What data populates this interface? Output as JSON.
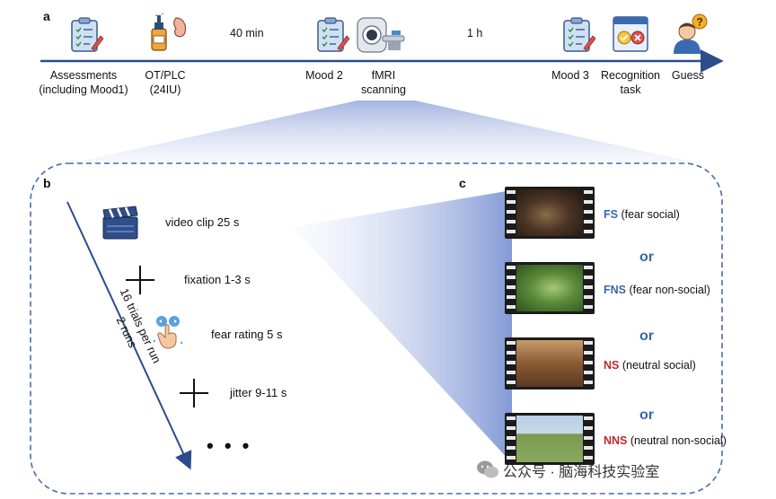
{
  "panels": {
    "a": "a",
    "b": "b",
    "c": "c"
  },
  "colors": {
    "timeline": "#2c4c8c",
    "box_border": "#4a6aa8",
    "fear_code": "#3a64b0",
    "neutral_code": "#c0282d",
    "or_word": "#3a64b0"
  },
  "timeline": {
    "items": [
      {
        "label_line1": "Assessments",
        "label_line2": "(including Mood1)",
        "icon": "clipboard-icon"
      },
      {
        "label_line1": "OT/PLC",
        "label_line2": "(24IU)",
        "icon": "nasal-spray-icon"
      },
      {
        "label_line1": "Mood  2",
        "label_line2": "",
        "icon": "clipboard-icon"
      },
      {
        "label_line1": "fMRI",
        "label_line2": "scanning",
        "icon": "mri-scanner-icon"
      },
      {
        "label_line1": "Mood 3",
        "label_line2": "",
        "icon": "clipboard-icon"
      },
      {
        "label_line1": "Recognition",
        "label_line2": "task",
        "icon": "recognition-task-icon"
      },
      {
        "label_line1": "Guess",
        "label_line2": "",
        "icon": "thinking-person-icon"
      }
    ],
    "durations": [
      "40 min",
      "1 h"
    ]
  },
  "trial": {
    "arrow_label_line1": "16 trials per run",
    "arrow_label_line2": "2 runs",
    "steps": [
      {
        "label": "video clip  25 s",
        "icon": "clapperboard-icon"
      },
      {
        "label": "fixation   1-3 s",
        "icon": "fixation-cross-icon"
      },
      {
        "label": "fear rating  5 s",
        "icon": "touch-hand-icon"
      },
      {
        "label": "jitter   9-11 s",
        "icon": "fixation-cross-icon"
      }
    ],
    "ellipsis": "• • •"
  },
  "conditions": [
    {
      "code": "FS",
      "desc": " (fear social)",
      "kind": "fear"
    },
    {
      "code": "FNS",
      "desc": " (fear non-social)",
      "kind": "fear"
    },
    {
      "code": "NS",
      "desc": " (neutral social)",
      "kind": "neutral"
    },
    {
      "code": "NNS",
      "desc": " (neutral non-social)",
      "kind": "neutral"
    }
  ],
  "or_word": "or",
  "watermark": "公众号 · 脑海科技实验室"
}
